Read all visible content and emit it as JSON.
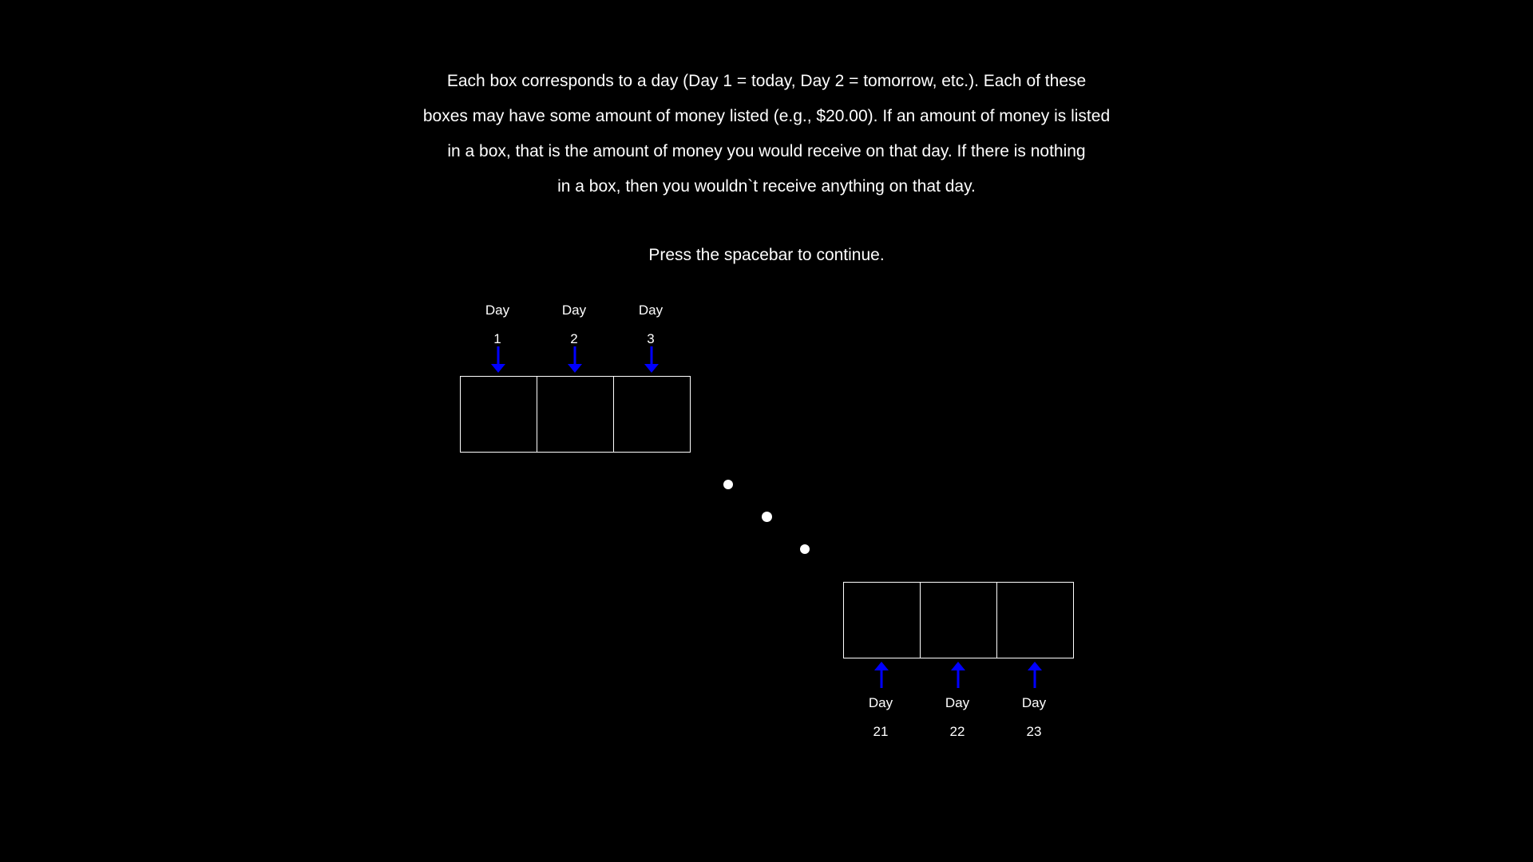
{
  "instructions": {
    "lines": [
      "Each box corresponds to a day (Day 1 = today, Day 2 = tomorrow, etc.). Each of these",
      "boxes may have some amount of money listed (e.g., $20.00). If an amount of money is listed",
      "in a box, that is the amount of money you would receive on that day. If there is nothing",
      "in a box, then you wouldn`t receive anything on that day."
    ],
    "continue": "Press the spacebar to continue."
  },
  "top_days": [
    {
      "word": "Day",
      "number": "1"
    },
    {
      "word": "Day",
      "number": "2"
    },
    {
      "word": "Day",
      "number": "3"
    }
  ],
  "bottom_days": [
    {
      "word": "Day",
      "number": "21"
    },
    {
      "word": "Day",
      "number": "22"
    },
    {
      "word": "Day",
      "number": "23"
    }
  ],
  "colors": {
    "background": "#000000",
    "text": "#ffffff",
    "arrow": "#0000ff",
    "box_border": "#ffffff"
  }
}
